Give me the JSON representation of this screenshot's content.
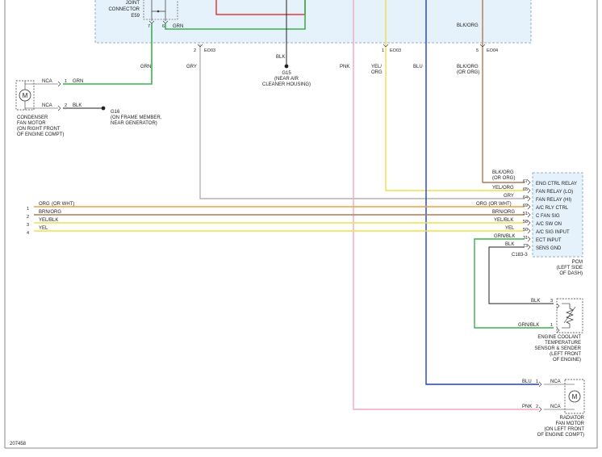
{
  "colors": {
    "green": "#3cb04a",
    "orange": "#f0a040",
    "yellow": "#f2df4a",
    "gray": "#b4b4b4",
    "pink": "#f4a6bf",
    "blue": "#1c3fc8",
    "brown": "#b07a55",
    "black": "#222222",
    "red": "#e23b3b",
    "box_fill": "#e6f2fb",
    "box_border": "#7a9bb8"
  },
  "joint_connector": {
    "title_1": "JOINT",
    "title_2": "CONNECTOR",
    "id": "E59",
    "pin_7": "7",
    "pin_6": "6",
    "wire": "GRN"
  },
  "splice_eo3_a": {
    "pin": "2",
    "id": "EO03"
  },
  "splice_eo3_b": {
    "pin": "1",
    "id": "EO03"
  },
  "splice_eo4": {
    "pin": "5",
    "id": "EO04"
  },
  "top_wires": {
    "grn": "GRN",
    "gry": "GRY",
    "blk": "BLK",
    "pnk": "PNK",
    "yel_org_1": "YEL/",
    "yel_org_2": "ORG",
    "blu": "BLU",
    "blk_org": "BLK/ORG",
    "blk_org_top": "BLK/ORG",
    "or_org": "(OR ORG)"
  },
  "g15": {
    "id": "G15",
    "desc_1": "(NEAR AIR",
    "desc_2": "CLEANER HOUSING)"
  },
  "condenser_motor": {
    "nca_1": "NCA",
    "pin_1": "1",
    "wire_1": "GRN",
    "nca_2": "NCA",
    "pin_2": "2",
    "wire_2": "BLK",
    "label_1": "CONDENSER",
    "label_2": "FAN MOTOR",
    "label_3": "(ON RIGHT FRONT",
    "label_4": "OF ENGINE COMPT)"
  },
  "g16": {
    "id": "G16",
    "desc_1": "(ON FRAME MEMBER,",
    "desc_2": "NEAR GENERATOR)"
  },
  "pcm": {
    "rows": [
      {
        "wire": "BLK/ORG",
        "pin": "67",
        "label": "ENG CTRL RELAY"
      },
      {
        "wire": "(OR ORG)",
        "pin": "",
        "label": ""
      },
      {
        "wire": "YEL/ORG",
        "pin": "65",
        "label": "FAN RELAY (LO)"
      },
      {
        "wire": "GRY",
        "pin": "64",
        "label": "FAN RELAY (HI)"
      },
      {
        "wire": "ORG (OR WHT)",
        "pin": "69",
        "label": "A/C RLY CTRL"
      },
      {
        "wire": "BRN/ORG",
        "pin": "51",
        "label": "C FAN SIG"
      },
      {
        "wire": "YEL/BLK",
        "pin": "58",
        "label": "A/C SW ON"
      },
      {
        "wire": "YEL",
        "pin": "50",
        "label": "A/C SIG INPUT"
      },
      {
        "wire": "GRN/BLK",
        "pin": "31",
        "label": "ECT INPUT"
      },
      {
        "wire": "BLK",
        "pin": "73",
        "label": "SENS GND"
      }
    ],
    "connector": "C183-3",
    "label_1": "PCM",
    "label_2": "(LEFT SIDE",
    "label_3": "OF DASH)"
  },
  "left_inputs": [
    {
      "num": "1",
      "wire": "ORG",
      "wire_alt": "(OR WHT)"
    },
    {
      "num": "2",
      "wire": "BRN/ORG",
      "wire_alt": ""
    },
    {
      "num": "3",
      "wire": "YEL/BLK",
      "wire_alt": ""
    },
    {
      "num": "4",
      "wire": "YEL",
      "wire_alt": ""
    }
  ],
  "ect_sensor": {
    "wire_3": "BLK",
    "pin_3": "3",
    "wire_1": "GRN/BLK",
    "pin_1": "1",
    "label_1": "ENGINE COOLANT",
    "label_2": "TEMPERATURE",
    "label_3": "SENSOR & SENDER",
    "label_4": "(LEFT FRONT",
    "label_5": "OF ENGINE)"
  },
  "radiator_motor": {
    "wire_1": "BLU",
    "pin_1": "1",
    "nca_1": "NCA",
    "wire_2": "PNK",
    "pin_2": "2",
    "nca_2": "NCA",
    "label_1": "RADIATOR",
    "label_2": "FAN MOTOR",
    "label_3": "(ON LEFT FRONT",
    "label_4": "OF ENGINE COMPT)"
  },
  "diagram_id": "207458"
}
